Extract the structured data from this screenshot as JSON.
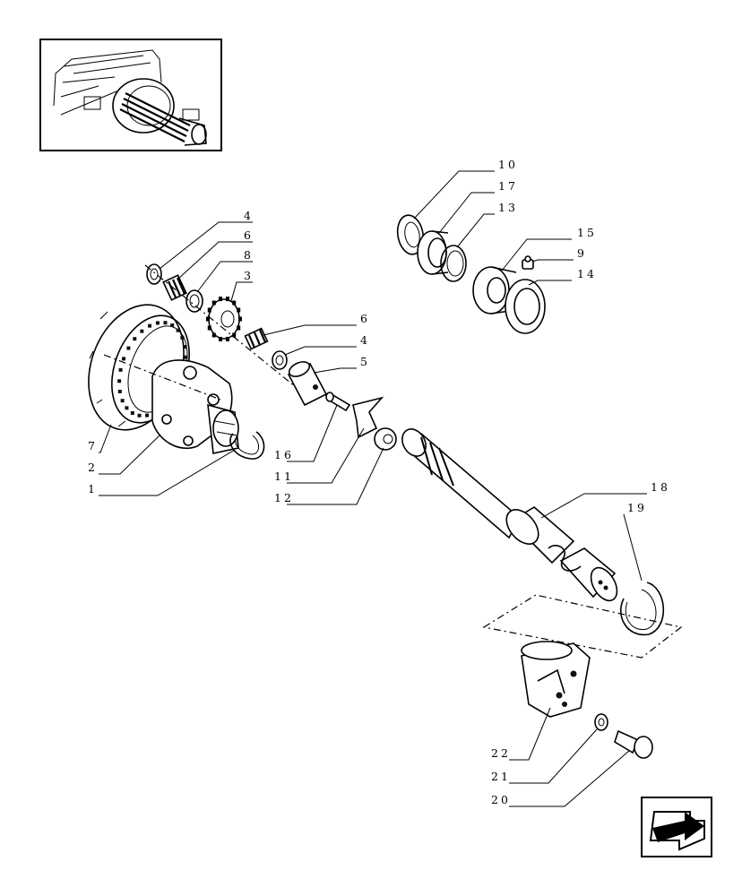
{
  "diagram": {
    "callouts": [
      {
        "id": "c1",
        "label": "1"
      },
      {
        "id": "c2",
        "label": "2"
      },
      {
        "id": "c3",
        "label": "3"
      },
      {
        "id": "c4a",
        "label": "4"
      },
      {
        "id": "c4b",
        "label": "4"
      },
      {
        "id": "c5",
        "label": "5"
      },
      {
        "id": "c6a",
        "label": "6"
      },
      {
        "id": "c6b",
        "label": "6"
      },
      {
        "id": "c7",
        "label": "7"
      },
      {
        "id": "c8",
        "label": "8"
      },
      {
        "id": "c9",
        "label": "9"
      },
      {
        "id": "c10",
        "label": "10"
      },
      {
        "id": "c11",
        "label": "11"
      },
      {
        "id": "c12",
        "label": "12"
      },
      {
        "id": "c13",
        "label": "13"
      },
      {
        "id": "c14",
        "label": "14"
      },
      {
        "id": "c15",
        "label": "15"
      },
      {
        "id": "c16",
        "label": "16"
      },
      {
        "id": "c17",
        "label": "17"
      },
      {
        "id": "c18",
        "label": "18"
      },
      {
        "id": "c19",
        "label": "19"
      },
      {
        "id": "c20",
        "label": "20"
      },
      {
        "id": "c21",
        "label": "21"
      },
      {
        "id": "c22",
        "label": "22"
      }
    ],
    "nav_icon": "arrow-back-icon"
  }
}
